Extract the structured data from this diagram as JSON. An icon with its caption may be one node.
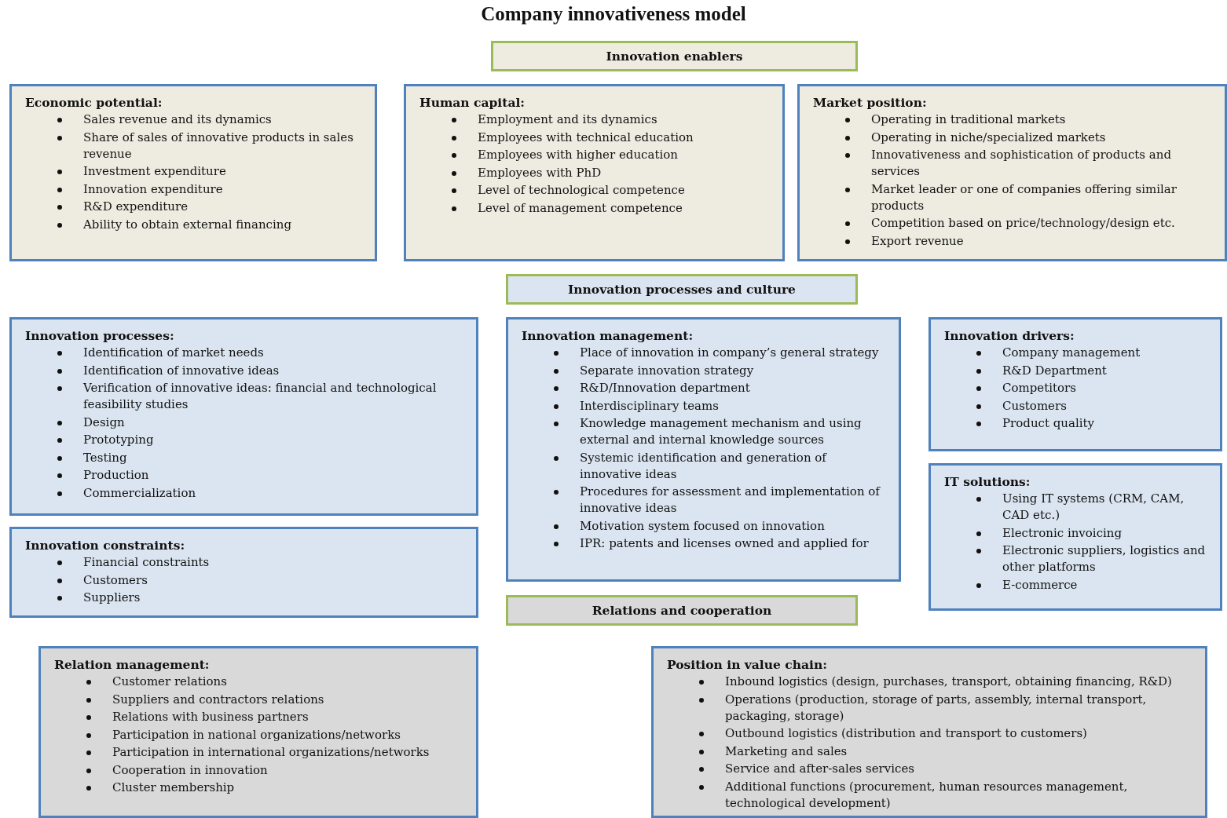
{
  "diagram": {
    "title": "Company innovativeness model",
    "nodes": [
      {
        "text": [
          "Innovation enablers"
        ]
      },
      {
        "text": [
          "Economic potential:",
          "Sales revenue and its dynamics",
          "Share of sales of innovative products in sales revenue",
          "Investment expenditure",
          "Innovation expenditure",
          "R&D expenditure",
          "Ability to obtain external financing"
        ]
      },
      {
        "text": [
          "Human capital:",
          "Employment and its dynamics",
          "Employees with technical education",
          "Employees with higher education",
          "Employees with PhD",
          "Level of technological competence",
          "Level of management competence"
        ]
      },
      {
        "text": [
          "Market position:",
          "Operating in traditional markets",
          "Operating in niche/specialized markets",
          "Innovativeness and sophistication of products and services",
          "Market leader or one of companies offering similar products",
          "Competition based on price/technology/design etc.",
          "Export revenue"
        ]
      },
      {
        "text": [
          "Innovation processes and culture"
        ]
      },
      {
        "text": [
          "Innovation processes:",
          "Identification of market needs",
          "Identification of innovative ideas",
          "Verification of innovative ideas: financial and technological feasibility studies",
          "Design",
          "Prototyping",
          "Testing",
          "Production",
          "Commercialization"
        ]
      },
      {
        "text": [
          "Innovation management:",
          "Place of innovation in company’s general strategy",
          "Separate innovation strategy",
          "R&D/Innovation department",
          "Interdisciplinary teams",
          "Knowledge management mechanism and using external and internal knowledge sources",
          "Systemic identification and generation of innovative ideas",
          "Procedures for assessment and implementation of innovative ideas",
          "Motivation system focused on innovation",
          "IPR: patents and licenses owned and applied for"
        ]
      },
      {
        "text": [
          "Innovation drivers:",
          "Company management",
          "R&D Department",
          "Competitors",
          "Customers",
          "Product quality"
        ]
      },
      {
        "text": [
          "IT solutions:",
          "Using IT systems (CRM, CAM, CAD etc.)",
          "Electronic invoicing",
          "Electronic suppliers, logistics and other platforms",
          "E-commerce"
        ]
      },
      {
        "text": [
          "Innovation constraints:",
          "Financial constraints",
          "Customers",
          "Suppliers"
        ]
      },
      {
        "text": [
          "Relations and cooperation"
        ]
      },
      {
        "text": [
          "Relation management:",
          "Customer relations",
          "Suppliers and contractors relations",
          "Relations with business partners",
          "Participation in national organizations/networks",
          "Participation in international organizations/networks",
          "Cooperation in innovation",
          "Cluster membership"
        ]
      },
      {
        "text": [
          "Position in value chain:",
          "Inbound logistics (design, purchases, transport, obtaining financing, R&D)",
          "Operations (production, storage of parts, assembly, internal transport, packaging, storage)",
          "Outbound logistics (distribution and transport to customers)",
          "Marketing and sales",
          "Service and after-sales services",
          "Additional functions (procurement, human resources management, technological development)"
        ]
      }
    ],
    "edges": []
  }
}
